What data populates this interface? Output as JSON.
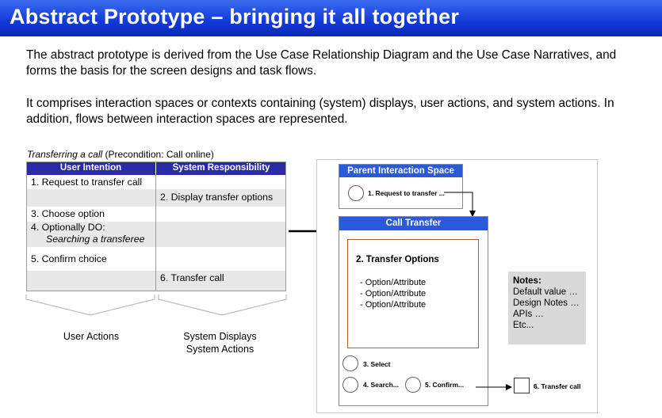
{
  "slide": {
    "title": "Abstract Prototype – bringing it all together",
    "paragraph1": "The abstract prototype is derived from the Use Case Relationship Diagram and the Use Case Narratives, and forms the basis for the screen designs and task flows.",
    "paragraph2": "It comprises interaction spaces or contexts containing (system) displays, user actions, and system actions. In addition, flows between interaction spaces are represented."
  },
  "table": {
    "caption_italic": "Transferring a call",
    "caption_rest": " (Precondition: Call online)",
    "headers": [
      "User Intention",
      "System Responsibility"
    ],
    "rows": [
      {
        "user": "1. Request to transfer call",
        "system": ""
      },
      {
        "user": "",
        "system": "2. Display transfer options"
      },
      {
        "user": "3. Choose option",
        "system": ""
      },
      {
        "user": "4. Optionally DO:",
        "user_sub": "Searching a transferee",
        "system": ""
      },
      {
        "user": "5. Confirm choice",
        "system": ""
      },
      {
        "user": "",
        "system": "6. Transfer call"
      }
    ],
    "label_left": "User Actions",
    "label_right_line1": "System Displays",
    "label_right_line2": "System Actions"
  },
  "prototype": {
    "parent_space": {
      "title": "Parent Interaction Space",
      "action": "1. Request to transfer ..."
    },
    "call_transfer": {
      "title": "Call Transfer",
      "options_title": "2. Transfer Options",
      "options": [
        "-  Option/Attribute",
        "-  Option/Attribute",
        "-  Option/Attribute"
      ],
      "select": "3. Select",
      "search": "4. Search...",
      "confirm": "5. Confirm..."
    },
    "transfer_call": "6. Transfer call",
    "notes": {
      "title": "Notes:",
      "items": [
        "Default value …",
        "Design Notes …",
        "APIs …",
        "Etc..."
      ]
    }
  }
}
